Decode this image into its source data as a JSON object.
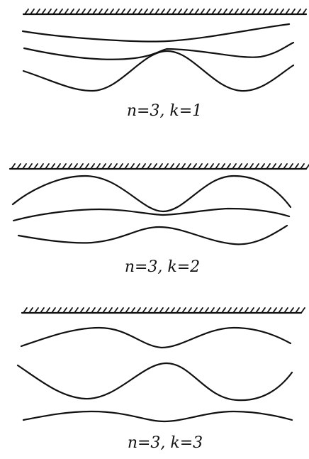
{
  "diagrams": [
    {
      "label": "n=3, k=1"
    },
    {
      "label": "n=3, k=2"
    },
    {
      "label": "n=3, k=3"
    }
  ]
}
